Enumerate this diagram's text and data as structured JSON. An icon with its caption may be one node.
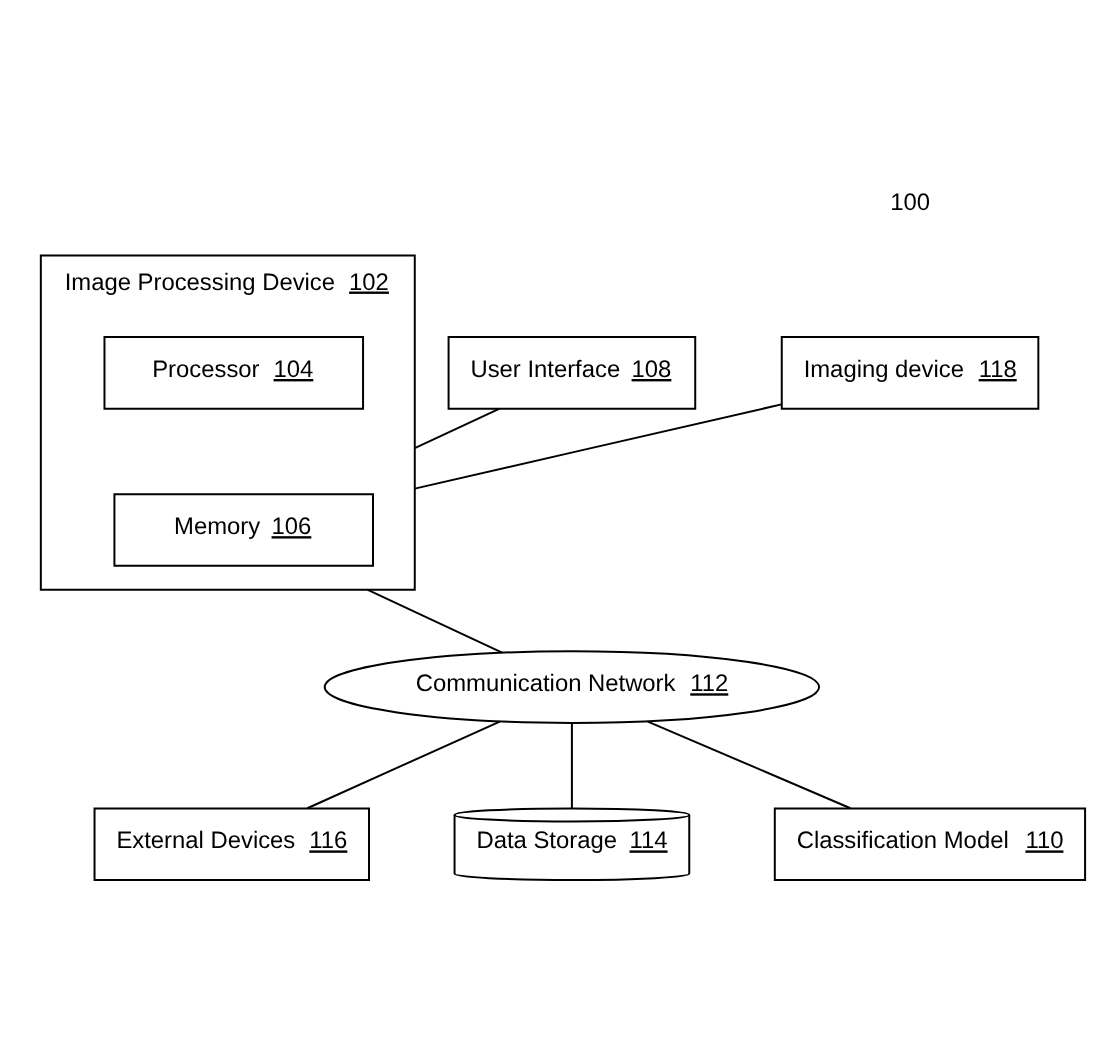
{
  "diagram": {
    "nodes": [
      {
        "text": [
          "Image Processing Device 102"
        ]
      },
      {
        "text": [
          "Processor 104"
        ],
        "in": 0
      },
      {
        "text": [
          "Memory 106"
        ],
        "in": 0
      },
      {
        "text": [
          "User Interface 108"
        ]
      },
      {
        "text": [
          "Imaging device 118"
        ]
      },
      {
        "text": [
          "Communication Network 112"
        ]
      },
      {
        "text": [
          "External Devices 116"
        ]
      },
      {
        "text": [
          "Data Storage 114"
        ]
      },
      {
        "text": [
          "Classification Model 110"
        ]
      }
    ],
    "edges": [
      {
        "from": 3,
        "to": 0,
        "arrow": "none"
      },
      {
        "from": 0,
        "to": 4,
        "arrow": "none"
      },
      {
        "from": 0,
        "to": 5,
        "arrow": "none"
      },
      {
        "from": 5,
        "to": 6,
        "arrow": "none"
      },
      {
        "from": 5,
        "to": 7,
        "arrow": "none"
      },
      {
        "from": 5,
        "to": 8,
        "arrow": "none"
      }
    ],
    "labels": [
      "100"
    ]
  }
}
